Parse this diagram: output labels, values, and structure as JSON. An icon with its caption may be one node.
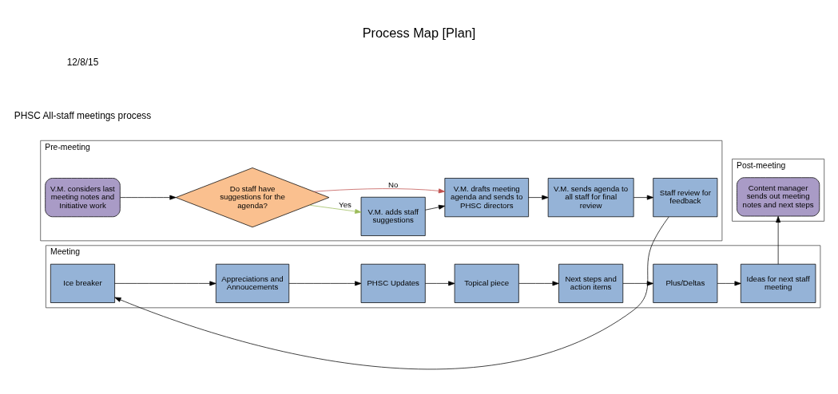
{
  "diagram": {
    "title": "Process Map [Plan]",
    "nodes": [
      {
        "text": [
          "Pre-meeting"
        ]
      },
      {
        "text": [
          "V.M. considers last meeting notes and Initiative work"
        ],
        "in": 0
      },
      {
        "text": [
          "Do staff have suggestions for the agenda?"
        ],
        "in": 0
      },
      {
        "text": [
          "V.M. adds staff suggestions"
        ],
        "in": 0
      },
      {
        "text": [
          "V.M. drafts meeting agenda and sends to PHSC directors"
        ],
        "in": 0
      },
      {
        "text": [
          "V.M. sends agenda to all staff for final review"
        ],
        "in": 0
      },
      {
        "text": [
          "Staff review for feedback"
        ],
        "in": 0
      },
      {
        "text": [
          "Meeting"
        ]
      },
      {
        "text": [
          "Ice breaker"
        ],
        "in": 7
      },
      {
        "text": [
          "Appreciations and Annoucements"
        ],
        "in": 7
      },
      {
        "text": [
          "PHSC Updates"
        ],
        "in": 7
      },
      {
        "text": [
          "Topical piece"
        ],
        "in": 7
      },
      {
        "text": [
          "Next steps and action items"
        ],
        "in": 7
      },
      {
        "text": [
          "Plus/Deltas"
        ],
        "in": 7
      },
      {
        "text": [
          "Ideas for next staff meeting"
        ],
        "in": 7
      },
      {
        "text": [
          "Post-meeting"
        ]
      },
      {
        "text": [
          "Content manager sends out meeting notes and next steps"
        ],
        "in": 15
      }
    ],
    "edges": [
      {
        "from": 1,
        "to": 2,
        "arrow": "to"
      },
      {
        "from": 2,
        "to": 3,
        "arrow": "to",
        "label": "Yes",
        "color": "#9bbb59"
      },
      {
        "from": 2,
        "to": 4,
        "arrow": "to",
        "label": "No",
        "color": "#c0504d"
      },
      {
        "from": 3,
        "to": 4,
        "arrow": "to"
      },
      {
        "from": 4,
        "to": 5,
        "arrow": "to"
      },
      {
        "from": 5,
        "to": 6,
        "arrow": "to"
      },
      {
        "from": 6,
        "to": 8,
        "arrow": "to"
      },
      {
        "from": 8,
        "to": 9,
        "arrow": "to"
      },
      {
        "from": 9,
        "to": 10,
        "arrow": "to"
      },
      {
        "from": 10,
        "to": 11,
        "arrow": "to"
      },
      {
        "from": 11,
        "to": 12,
        "arrow": "to"
      },
      {
        "from": 12,
        "to": 13,
        "arrow": "to"
      },
      {
        "from": 13,
        "to": 14,
        "arrow": "to"
      },
      {
        "from": 14,
        "to": 16,
        "arrow": "to"
      }
    ],
    "labels": [
      "PHSC All-staff meetings process",
      "12/8/15"
    ]
  }
}
